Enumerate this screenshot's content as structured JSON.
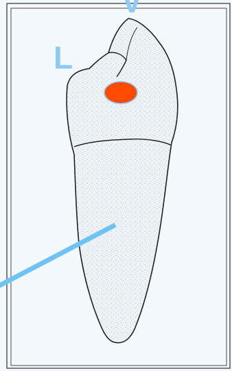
{
  "labels": {
    "left": "L",
    "top": "V"
  },
  "colors": {
    "background": "#f3f8fc",
    "frame": "#4a4a4a",
    "label": "#8fcaf6",
    "pointer_line": "#6ec3f4",
    "marker_fill": "#ff4a00",
    "marker_stroke": "#8fcaf6",
    "tooth_fill": "#ecf2f6",
    "tooth_stroke": "#1f1f1f"
  },
  "icons": {
    "marker": "orange-oval-marker",
    "pointer": "leader-line"
  }
}
